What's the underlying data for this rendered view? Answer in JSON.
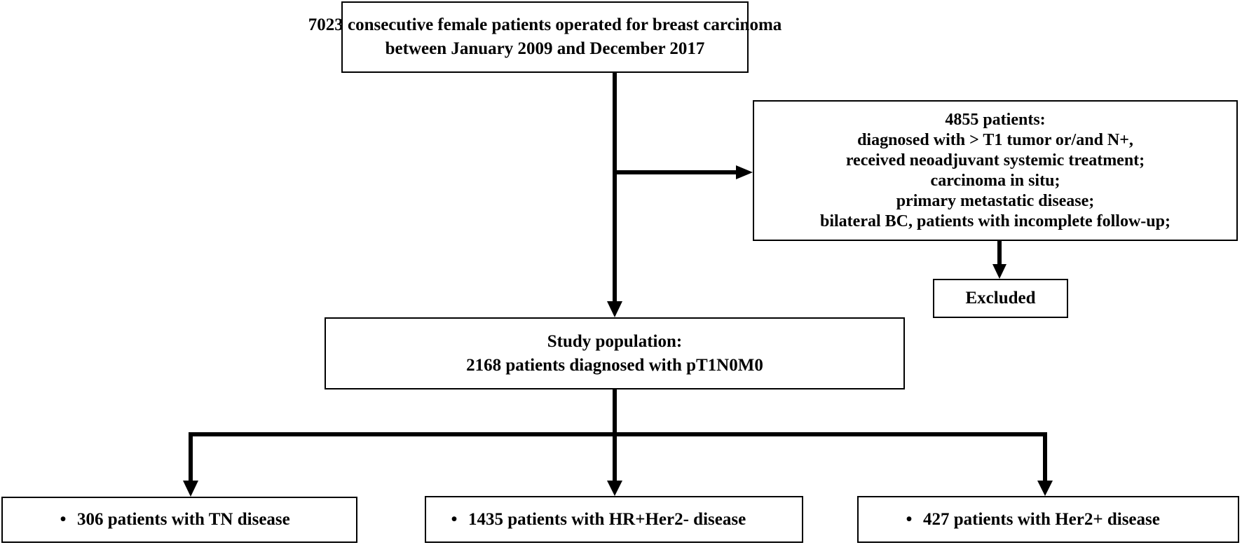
{
  "flowchart": {
    "source": {
      "lines": [
        "7023 consecutive female patients operated for breast carcinoma",
        "between January 2009 and December 2017"
      ]
    },
    "exclusion_criteria": {
      "lines": [
        "4855 patients:",
        "diagnosed with > T1 tumor or/and N+,",
        "received neoadjuvant systemic treatment;",
        "carcinoma in situ;",
        "primary metastatic disease;",
        "bilateral BC, patients with incomplete follow-up;"
      ]
    },
    "excluded": {
      "label": "Excluded"
    },
    "study_population": {
      "lines": [
        "Study population:",
        "2168 patients diagnosed with pT1N0M0"
      ]
    },
    "subgroups": [
      {
        "bullet": "•",
        "label": "306 patients with TN disease"
      },
      {
        "bullet": "•",
        "label": "1435 patients with HR+Her2- disease"
      },
      {
        "bullet": "•",
        "label": "427 patients with Her2+ disease"
      }
    ]
  }
}
